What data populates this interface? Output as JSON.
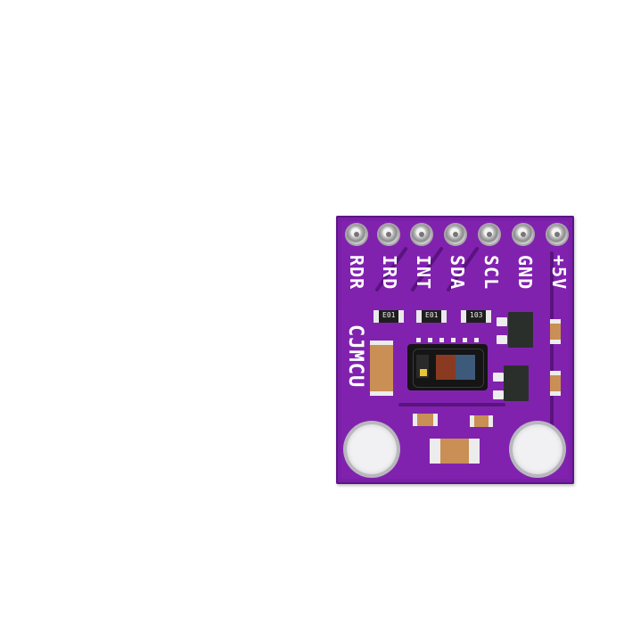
{
  "image": {
    "description": "Product photo of a purple CJMCU sensor breakout PCB on white background",
    "background_color": "#ffffff",
    "board_color": "#7a1fa8"
  },
  "board": {
    "brand_label": "CJMCU",
    "pins": [
      {
        "label": "RDR"
      },
      {
        "label": "IRD"
      },
      {
        "label": "INT"
      },
      {
        "label": "SDA"
      },
      {
        "label": "SCL"
      },
      {
        "label": "GND"
      },
      {
        "label": "+5V"
      }
    ],
    "resistors": [
      {
        "code": "E01"
      },
      {
        "code": "E01"
      },
      {
        "code": "103"
      }
    ],
    "components": {
      "sensor": "optical-sensor-ic",
      "transistors": 2,
      "mounting_holes": 2
    }
  }
}
